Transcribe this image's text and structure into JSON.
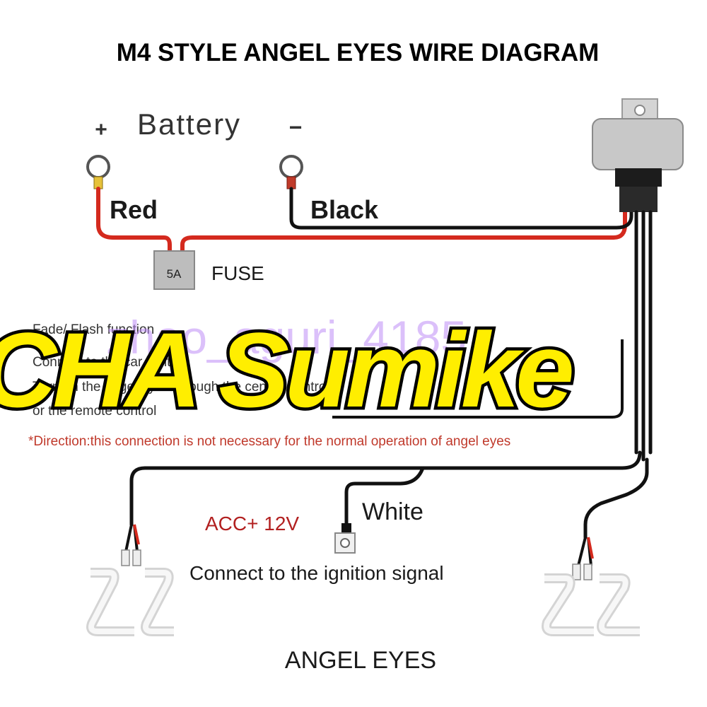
{
  "title": "M4 STYLE ANGEL EYES WIRE DIAGRAM",
  "battery": {
    "label": "Battery",
    "plus_symbol": "+",
    "minus_symbol": "−"
  },
  "wires": {
    "red_label": "Red",
    "black_label": "Black",
    "white_label": "White"
  },
  "fuse": {
    "rating": "5A",
    "label": "FUSE"
  },
  "background_text": [
    "Fade/ Flash function",
    "Connect to the car lighting",
    "Turn on the angel eyes through the central controller",
    "or the remote control"
  ],
  "direction_note": "*Direction:this connection is not necessary for the normal operation of angel eyes",
  "ignition": {
    "acc_label": "ACC+ 12V",
    "connect_text": "Connect to the ignition signal"
  },
  "angel_eyes_label": "ANGEL EYES",
  "watermark": {
    "main": "CHA Sumike",
    "sub": "zhao_aguri_4185"
  },
  "colors": {
    "red_wire": "#d42a1e",
    "black_wire": "#111111",
    "note_red": "#c0392b",
    "watermark_yellow": "#ffee00"
  }
}
